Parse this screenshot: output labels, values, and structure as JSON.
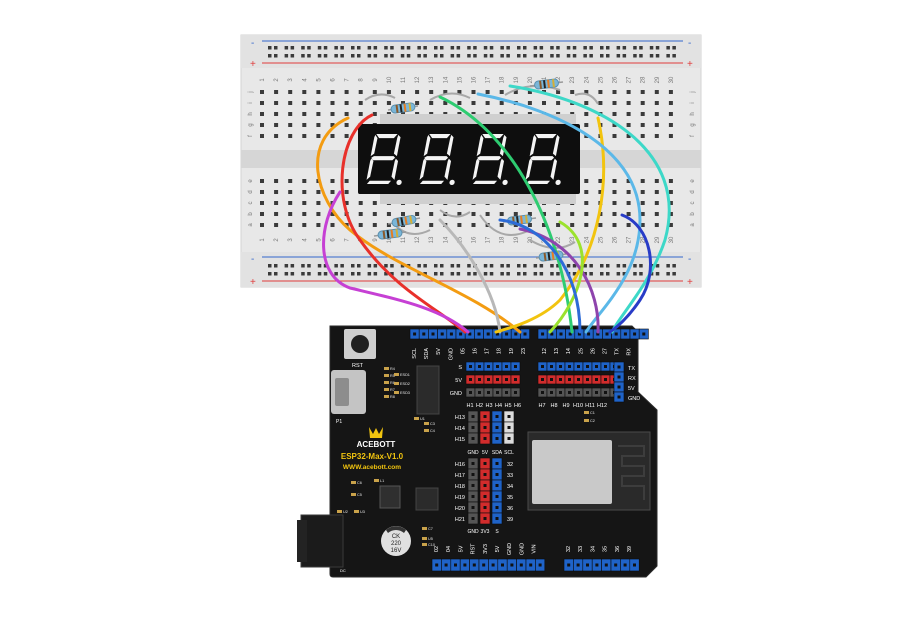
{
  "breadboard": {
    "rail_minus": "-",
    "rail_plus": "+",
    "columns": [
      "1",
      "2",
      "3",
      "4",
      "5",
      "6",
      "7",
      "8",
      "9",
      "10",
      "11",
      "12",
      "13",
      "14",
      "15",
      "16",
      "17",
      "18",
      "19",
      "20",
      "21",
      "22",
      "23",
      "24",
      "25",
      "26",
      "27",
      "28",
      "29",
      "30"
    ],
    "rows_top": [
      "j",
      "i",
      "h",
      "g",
      "f"
    ],
    "rows_bottom": [
      "e",
      "d",
      "c",
      "b",
      "a"
    ]
  },
  "display": {
    "digits": [
      "8.",
      "8.",
      "8.",
      "8."
    ]
  },
  "board": {
    "brand": "ACEBOTT",
    "model": "ESP32-Max-V1.0",
    "url": "WWW.acebott.com",
    "rst_label": "RST",
    "p1_label": "P1",
    "dc_label": "DC",
    "cap_text": [
      "CK",
      "220",
      "16V"
    ],
    "top_left_pins": [
      "SCL",
      "SDA",
      "5V",
      "GND",
      "05",
      "16",
      "17",
      "18",
      "19",
      "23"
    ],
    "top_right_pins": [
      "12",
      "13",
      "14",
      "25",
      "26",
      "27",
      "TX",
      "RX"
    ],
    "row_labels": [
      "S",
      "5V",
      "GND"
    ],
    "uart_labels": [
      "TX",
      "RX",
      "5V",
      "GND"
    ],
    "h_left": [
      "H1",
      "H2",
      "H3",
      "H4",
      "H5",
      "H6"
    ],
    "h_right": [
      "H7",
      "H8",
      "H9",
      "H10",
      "H11",
      "H12"
    ],
    "mid_labels": [
      "H13",
      "H14",
      "H15"
    ],
    "mid_bottom": [
      "GND",
      "5V",
      "SDA",
      "SCL"
    ],
    "low_labels": [
      "H16",
      "H17",
      "H18",
      "H19",
      "H20",
      "H21"
    ],
    "low_right": [
      "32",
      "33",
      "34",
      "35",
      "36",
      "39"
    ],
    "low_bottom": [
      "GND",
      "3V3",
      "S"
    ],
    "bottom_pins_left": [
      "02",
      "04",
      "5V",
      "RST",
      "3V3",
      "5V",
      "GND",
      "GND",
      "VIN"
    ],
    "bottom_pins_right": [
      "32",
      "33",
      "34",
      "35",
      "36",
      "39"
    ],
    "smd_labels": [
      "R4",
      "R5",
      "R6",
      "R7",
      "R8",
      "ESD1",
      "ESD2",
      "ESD3",
      "U1",
      "C3",
      "C4",
      "L1",
      "C6",
      "C5",
      "C7",
      "C10",
      "C1",
      "C2",
      "U2",
      "U3",
      "U5"
    ]
  },
  "wires": [
    {
      "name": "orange",
      "color": "#f39c12"
    },
    {
      "name": "red",
      "color": "#e8302a"
    },
    {
      "name": "magenta",
      "color": "#c640d4"
    },
    {
      "name": "gray",
      "color": "#b8b8b8"
    },
    {
      "name": "yellow",
      "color": "#f2c40f"
    },
    {
      "name": "green",
      "color": "#2ecc71"
    },
    {
      "name": "sky",
      "color": "#5bb8e8"
    },
    {
      "name": "purple",
      "color": "#8e44ad"
    },
    {
      "name": "lime",
      "color": "#9be22d"
    },
    {
      "name": "teal",
      "color": "#3dd8c8"
    },
    {
      "name": "blue",
      "color": "#2d6bd6"
    },
    {
      "name": "navy",
      "color": "#283cc7"
    }
  ]
}
